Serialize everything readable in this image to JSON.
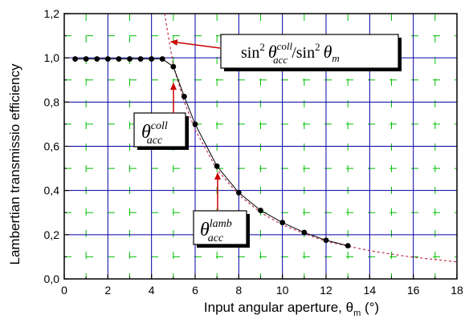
{
  "chart_data": {
    "type": "scatter",
    "xlabel": "Input angular aperture, θ",
    "xlabel_sub": "m",
    "xlabel_unit": " (°)",
    "ylabel": "Lambertian transmissio efficiency",
    "xlim": [
      0,
      18
    ],
    "ylim": [
      0.0,
      1.2
    ],
    "x_ticks": [
      0,
      2,
      4,
      6,
      8,
      10,
      12,
      14,
      16,
      18
    ],
    "y_ticks": [
      0.0,
      0.2,
      0.4,
      0.6,
      0.8,
      1.0,
      1.2
    ],
    "x_tick_labels": [
      "0",
      "2",
      "4",
      "6",
      "8",
      "10",
      "12",
      "14",
      "16",
      "18"
    ],
    "y_tick_labels": [
      "0,0",
      "0,2",
      "0,4",
      "0,6",
      "0,8",
      "1,0",
      "1,2"
    ],
    "grid": true,
    "series": [
      {
        "kind": "measured",
        "color": "#000000",
        "x": [
          0.5,
          1.0,
          1.5,
          2.0,
          2.5,
          3.0,
          3.5,
          4.0,
          4.5,
          5.0,
          5.5,
          6.0,
          7.0,
          8.0,
          9.0,
          10.0,
          11.0,
          12.0,
          13.0
        ],
        "y": [
          0.995,
          0.995,
          0.995,
          0.995,
          0.995,
          0.995,
          0.995,
          0.995,
          0.995,
          0.96,
          0.825,
          0.7,
          0.51,
          0.39,
          0.31,
          0.255,
          0.21,
          0.175,
          0.15
        ]
      },
      {
        "kind": "analytic",
        "style": "dashed",
        "color": "#c0304a",
        "x": [
          4.6,
          5.0,
          5.5,
          6.0,
          7.0,
          8.0,
          9.0,
          10.0,
          11.0,
          12.0,
          13.0,
          14.0,
          15.0,
          16.0,
          17.0,
          18.0
        ],
        "y": [
          1.2,
          0.965,
          0.8,
          0.675,
          0.495,
          0.38,
          0.3,
          0.245,
          0.205,
          0.17,
          0.148,
          0.128,
          0.112,
          0.098,
          0.088,
          0.077
        ]
      }
    ],
    "annotations": [
      {
        "id": "formula",
        "pre": "sin",
        "sup1": "2",
        "theta1": "θ",
        "sup_a": "coll",
        "sub_a": "acc",
        "slash": "/sin",
        "sup2": "2",
        "theta2": "θ",
        "sub_b": "m",
        "arrow_color": "#cc0000"
      },
      {
        "id": "coll",
        "theta": "θ",
        "sup": "coll",
        "sub": "acc",
        "arrow_color": "#cc0000"
      },
      {
        "id": "lamb",
        "theta": "θ",
        "sup": "lamb",
        "sub": "acc",
        "arrow_color": "#cc0000"
      }
    ],
    "colors": {
      "grid_major": "#0000a0",
      "grid_minor": "#00c000",
      "axes": "#000000"
    }
  }
}
